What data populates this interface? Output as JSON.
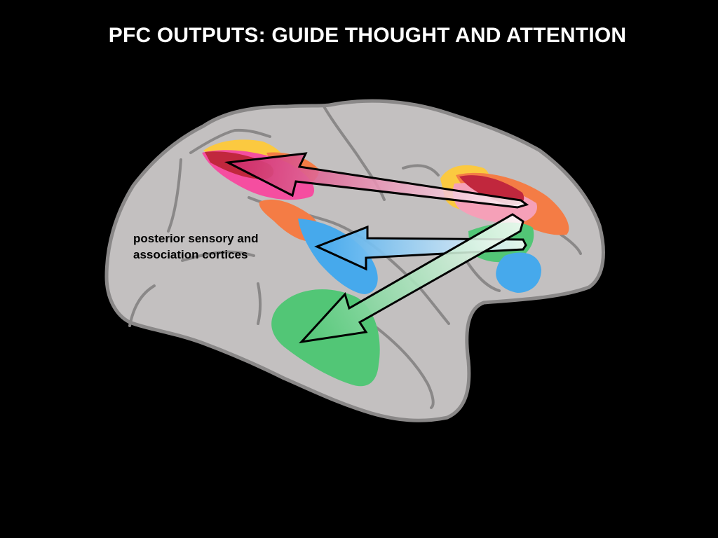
{
  "slide": {
    "title": "PFC OUTPUTS: GUIDE THOUGHT AND ATTENTION"
  },
  "diagram": {
    "label_lines": [
      "posterior sensory and",
      "association cortices"
    ],
    "colors": {
      "background": "#000000",
      "brain_fill": "#c3c0c0",
      "brain_outline": "#8a8888",
      "yellow_region": "#fbc940",
      "orange_region": "#f47c45",
      "pink_region": "#f54ea0",
      "dark_red_region": "#c1273d",
      "blue_region": "#46a9ec",
      "green_region": "#52c676",
      "arrow_outline": "#000000"
    },
    "arrows": [
      {
        "name": "pfc-to-parietal-arrow",
        "gradient": [
          "#ffffff",
          "#d0286a"
        ]
      },
      {
        "name": "pfc-to-occipital-blue-arrow",
        "gradient": [
          "#ffffff",
          "#46a9ec"
        ]
      },
      {
        "name": "pfc-to-temporal-green-arrow",
        "gradient": [
          "#ffffff",
          "#52c676"
        ]
      }
    ]
  }
}
